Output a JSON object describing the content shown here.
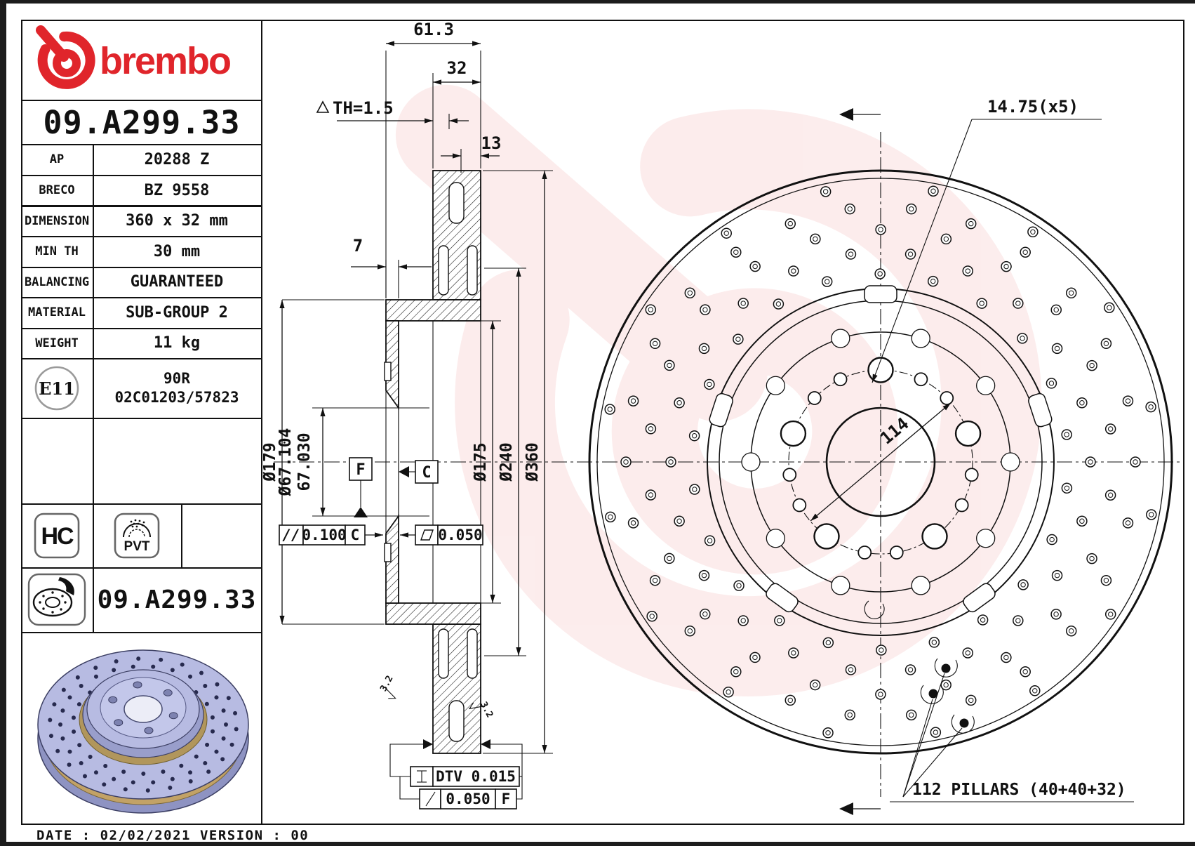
{
  "brand": {
    "name": "brembo",
    "part_number": "09.A299.33"
  },
  "spec_table": {
    "rows": [
      {
        "label": "AP",
        "value": "20288 Z"
      },
      {
        "label": "BRECO",
        "value": "BZ 9558"
      },
      {
        "label": "DIMENSION",
        "value": "360 x 32 mm"
      },
      {
        "label": "MIN TH",
        "value": "30 mm"
      },
      {
        "label": "BALANCING",
        "value": "GUARANTEED"
      },
      {
        "label": "MATERIAL",
        "value": "SUB-GROUP 2"
      },
      {
        "label": "WEIGHT",
        "value": "11 kg"
      }
    ],
    "homologation": {
      "mark": "E11",
      "approval_line1": "90R",
      "approval_line2": "02C01203/57823"
    },
    "badge_hc": "HC",
    "badge_pvt": "PVT",
    "part_number": "09.A299.33"
  },
  "section_view": {
    "dim_total_width": "61.3",
    "dim_disc_thickness": "32",
    "dim_plate": "13",
    "wear_label": "TH=1.5",
    "dim_hat_wall": "7",
    "dim_hat_od": "Ø179",
    "dim_bore_max": "Ø67.104",
    "dim_bore_min": "67.030",
    "dim_inner_ring": "Ø175",
    "dim_vent_ring": "Ø240",
    "dim_outer": "Ø360",
    "datum_f": "F",
    "datum_c": "C",
    "parallelism_sym": "//",
    "parallelism_val": "0.100",
    "parallelism_datum": "C",
    "flatness_val": "0.050",
    "dtv_val": "DTV 0.015",
    "runout_val": "0.050",
    "runout_datum": "F",
    "roughness": "3.2"
  },
  "front_view": {
    "dim_bolt_holes": "14.75(x5)",
    "dim_pcd": "114",
    "note_pillars": "112 PILLARS (40+40+32)"
  },
  "footer": {
    "date_label": "DATE :",
    "date": "02/02/2021",
    "version_label": "VERSION :",
    "version": "00"
  }
}
